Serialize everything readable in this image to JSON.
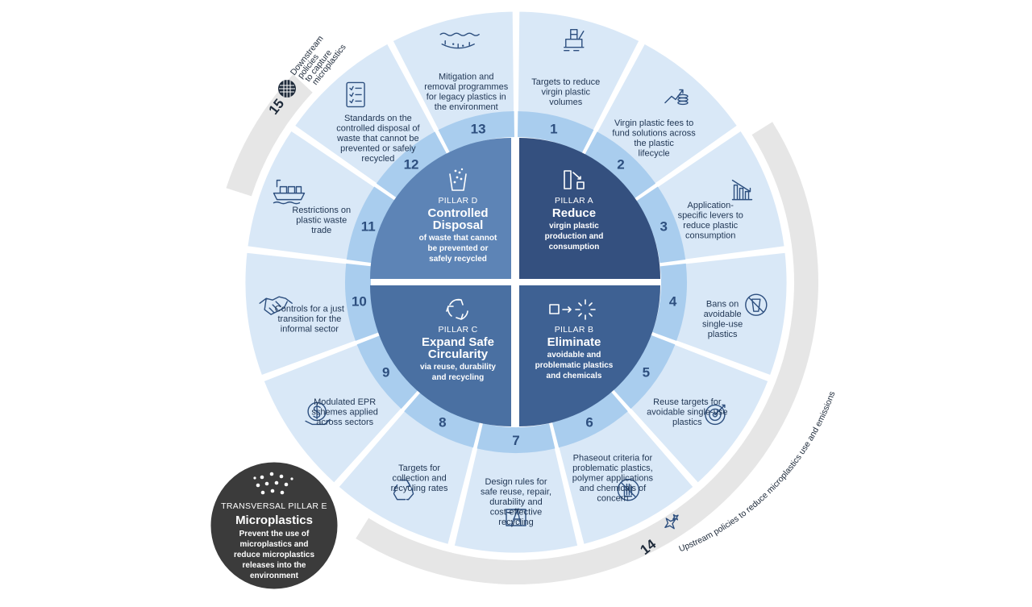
{
  "pillars": [
    {
      "id": "A",
      "label": "PILLAR A",
      "title_lines": [
        "Reduce"
      ],
      "sub_lines": [
        "virgin plastic",
        "production and",
        "consumption"
      ],
      "color": "#34507f"
    },
    {
      "id": "B",
      "label": "PILLAR B",
      "title_lines": [
        "Eliminate"
      ],
      "sub_lines": [
        "avoidable and",
        "problematic plastics",
        "and chemicals"
      ],
      "color": "#3e6193"
    },
    {
      "id": "C",
      "label": "PILLAR C",
      "title_lines": [
        "Expand Safe",
        "Circularity"
      ],
      "sub_lines": [
        "via reuse, durability",
        "and recycling"
      ],
      "color": "#4a70a2"
    },
    {
      "id": "D",
      "label": "PILLAR D",
      "title_lines": [
        "Controlled",
        "Disposal"
      ],
      "sub_lines": [
        "of waste that cannot",
        "be prevented or",
        "safely recycled"
      ],
      "color": "#5d84b6"
    }
  ],
  "segments": [
    {
      "num": "1",
      "lines": [
        "Targets to reduce",
        "virgin plastic",
        "volumes"
      ],
      "icon": "oil-rig-icon"
    },
    {
      "num": "2",
      "lines": [
        "Virgin plastic fees to",
        "fund solutions across",
        "the plastic",
        "lifecycle"
      ],
      "icon": "coins-growth-icon"
    },
    {
      "num": "3",
      "lines": [
        "Application-",
        "specific levers to",
        "reduce plastic",
        "consumption"
      ],
      "icon": "bar-chart-down-icon"
    },
    {
      "num": "4",
      "lines": [
        "Bans on",
        "avoidable",
        "single-use",
        "plastics"
      ],
      "icon": "no-cup-icon"
    },
    {
      "num": "5",
      "lines": [
        "Reuse targets for",
        "avoidable single-use",
        "plastics"
      ],
      "icon": "target-icon"
    },
    {
      "num": "6",
      "lines": [
        "Phaseout criteria for",
        "problematic plastics,",
        "polymer applications",
        "and chemicals of",
        "concern"
      ],
      "icon": "stop-hand-icon"
    },
    {
      "num": "7",
      "lines": [
        "Design rules for",
        "safe reuse, repair,",
        "durability and",
        "cost-effective",
        "recycling"
      ],
      "icon": "design-tools-icon"
    },
    {
      "num": "8",
      "lines": [
        "Targets for",
        "collection and",
        "recycling rates"
      ],
      "icon": "recycle-icon"
    },
    {
      "num": "9",
      "lines": [
        "Modulated EPR",
        "schemes applied",
        "across sectors"
      ],
      "icon": "dollar-coin-icon"
    },
    {
      "num": "10",
      "lines": [
        "Controls for a just",
        "transition for the",
        "informal sector"
      ],
      "icon": "handshake-icon"
    },
    {
      "num": "11",
      "lines": [
        "Restrictions on",
        "plastic waste",
        "trade"
      ],
      "icon": "cargo-ship-icon"
    },
    {
      "num": "12",
      "lines": [
        "Standards on the",
        "controlled disposal of",
        "waste that cannot be",
        "prevented or safely",
        "recycled"
      ],
      "icon": "checklist-icon"
    },
    {
      "num": "13",
      "lines": [
        "Mitigation and",
        "removal programmes",
        "for legacy plastics in",
        "the environment"
      ],
      "icon": "ocean-cleanup-icon"
    }
  ],
  "outer": {
    "downstream": {
      "num": "15",
      "lines": [
        "Downstream",
        "policies",
        "to capture",
        "microplastics"
      ],
      "icon": "filter-mesh-icon"
    },
    "upstream": {
      "num": "14",
      "text": "Upstream policies to reduce microplastics use and emissions",
      "icon": "sparkles-icon"
    }
  },
  "pillar_e": {
    "label": "TRANSVERSAL PILLAR E",
    "title": "Microplastics",
    "sub_lines": [
      "Prevent the use of",
      "microplastics and",
      "reduce microplastics",
      "releases into the",
      "environment"
    ],
    "icon": "particles-icon"
  },
  "colors": {
    "segment_fill": "#d9e8f7",
    "band_fill": "#a9cdee",
    "outer_grey": "#e6e6e6",
    "pillar_e_bg": "#3b3b3b"
  }
}
